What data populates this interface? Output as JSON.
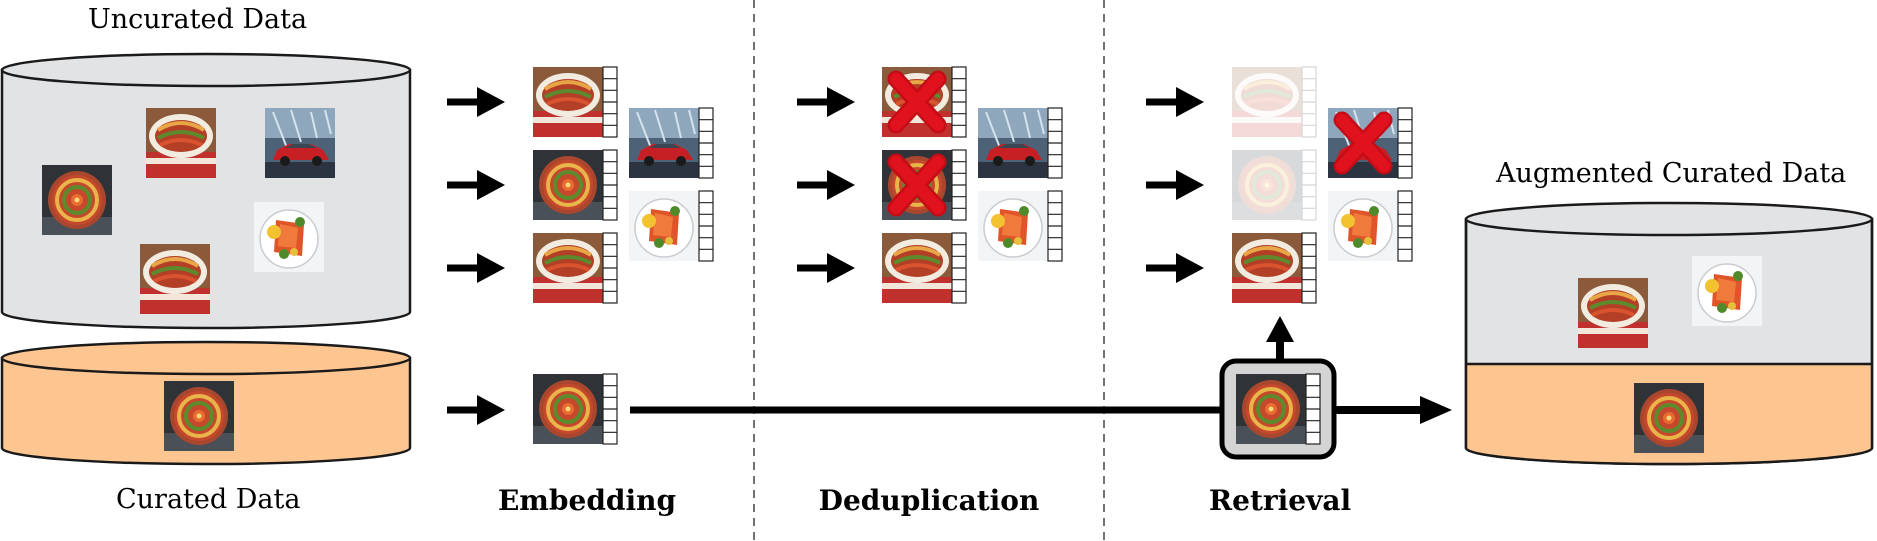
{
  "labels": {
    "uncurated": "Uncurated Data",
    "curated": "Curated Data",
    "augmented": "Augmented Curated Data"
  },
  "stages": {
    "embedding": "Embedding",
    "deduplication": "Deduplication",
    "retrieval": "Retrieval"
  },
  "colors": {
    "uncurated_fill": "#e2e3e5",
    "curated_fill": "#fdc590",
    "arrow": "#000000",
    "cross": "#e0121e",
    "highlight_box": "#d4d4d4"
  },
  "icons": {
    "dish_round": "ratatouille-bowl-icon",
    "dish_oval": "ratatouille-oval-dish-icon",
    "dish_plate": "pepper-plate-icon",
    "car": "red-car-icon",
    "removed": "red-cross-icon"
  }
}
